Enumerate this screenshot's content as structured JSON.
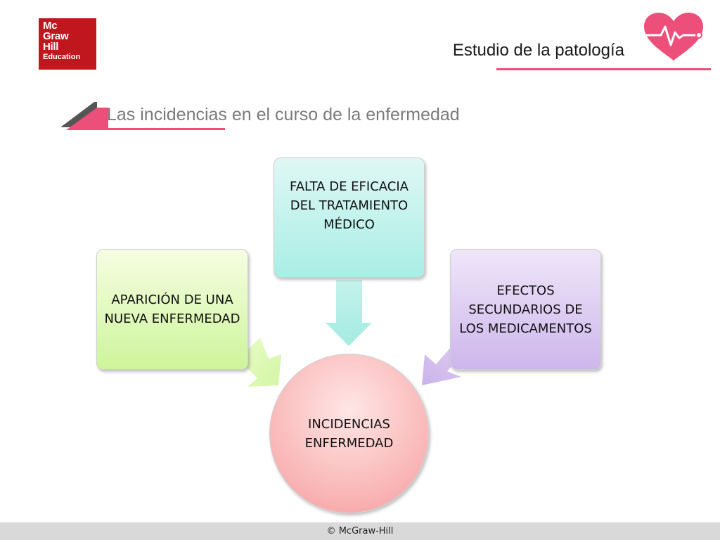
{
  "logo": {
    "line1": "Mc",
    "line2": "Graw",
    "line3": "Hill",
    "line4": "Education",
    "color": "#c0171f"
  },
  "header": {
    "title": "Estudio de la patología",
    "accent_color": "#ec4f7a",
    "icon": "heart-pulse-icon"
  },
  "subtitle": {
    "text": "Las incidencias en el curso de la enfermedad"
  },
  "diagram": {
    "center": {
      "label": "INCIDENCIAS ENFERMEDAD",
      "color": "#f9b3b3"
    },
    "nodes": [
      {
        "id": "left",
        "label": "APARICIÓN DE UNA NUEVA ENFERMEDAD",
        "color": "#cdf59b"
      },
      {
        "id": "top",
        "label": "FALTA DE EFICACIA DEL TRATAMIENTO MÉDICO",
        "color": "#a9eee6"
      },
      {
        "id": "right",
        "label": "EFECTOS SECUNDARIOS DE LOS MEDICAMENTOS",
        "color": "#cdb6ec"
      }
    ]
  },
  "footer": {
    "text": "© McGraw-Hill"
  }
}
